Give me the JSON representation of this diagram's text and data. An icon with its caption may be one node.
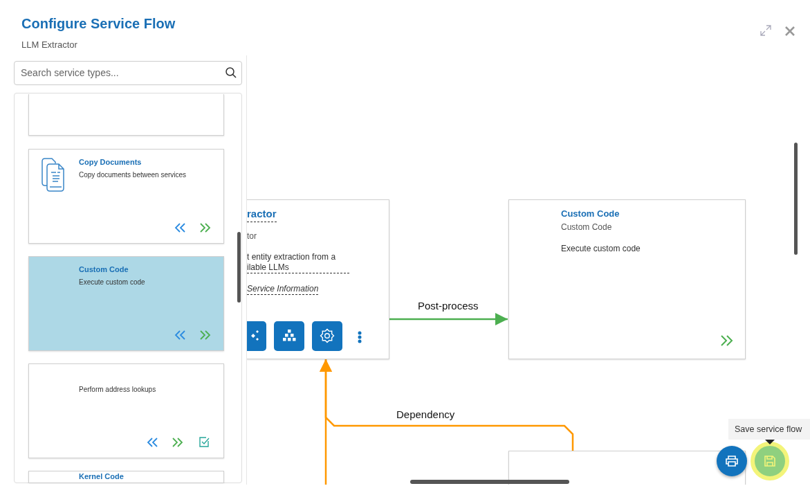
{
  "diagram": {
    "title": "Configure Service Flow",
    "nodes": [
      {
        "text": [],
        "shape": "box"
      },
      {
        "text": [
          "Copy Documents",
          "Copy documents between services"
        ]
      },
      {
        "text": [
          "Custom Code",
          "Execute custom code"
        ]
      },
      {
        "text": [
          "Perform address lookups"
        ]
      },
      {
        "text": [
          "Kernel Code"
        ]
      },
      {
        "text": [
          "ractor",
          "tor",
          "t entity extraction from a ilable LLMs",
          "Service Information"
        ]
      },
      {
        "text": [
          "Custom Code",
          "Custom Code",
          "Execute custom code"
        ]
      },
      {
        "text": [],
        "shape": "box"
      }
    ],
    "edges": [
      {
        "from": 5,
        "to": 6,
        "arrow": "to",
        "label": "Post-process",
        "color": "#4caf50"
      },
      {
        "from": 7,
        "to": 5,
        "arrow": "to",
        "label": "Dependency",
        "color": "#ff9800"
      },
      {
        "from": null,
        "to": 5,
        "arrow": "to",
        "color": "#ff9800"
      }
    ],
    "labels": [
      "LLM Extractor",
      "Search service types...",
      "Save service flow"
    ]
  }
}
